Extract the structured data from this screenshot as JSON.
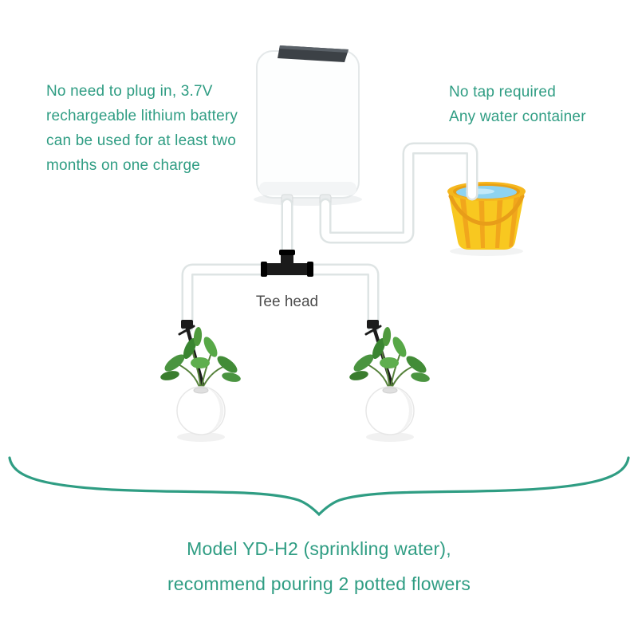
{
  "colors": {
    "accent_text": "#2f9d83",
    "tee_label_color": "#4d4d4d",
    "bucket_yellow": "#f8c820",
    "bucket_stripe_orange": "#f0a21c",
    "water_blue": "#8ed3f0",
    "leaf_green": "#4a9440",
    "tube_white": "#ffffff",
    "tube_outline": "#dee4e4",
    "connector_black": "#1b1b1b"
  },
  "notes": {
    "battery": [
      "No need to plug in, 3.7V",
      "rechargeable lithium battery",
      "can be used for at least two",
      "months on one charge"
    ],
    "container": [
      "No tap required",
      "Any water container"
    ]
  },
  "labels": {
    "tee_head": "Tee head"
  },
  "caption": [
    "Model YD-H2 (sprinkling water),",
    "recommend pouring 2 potted flowers"
  ],
  "icons": {
    "pump": "watering-pump-device",
    "bucket": "water-bucket-icon",
    "plant": "potted-plant-icon",
    "tee": "tee-connector-icon",
    "brace": "curly-brace-decoration"
  }
}
